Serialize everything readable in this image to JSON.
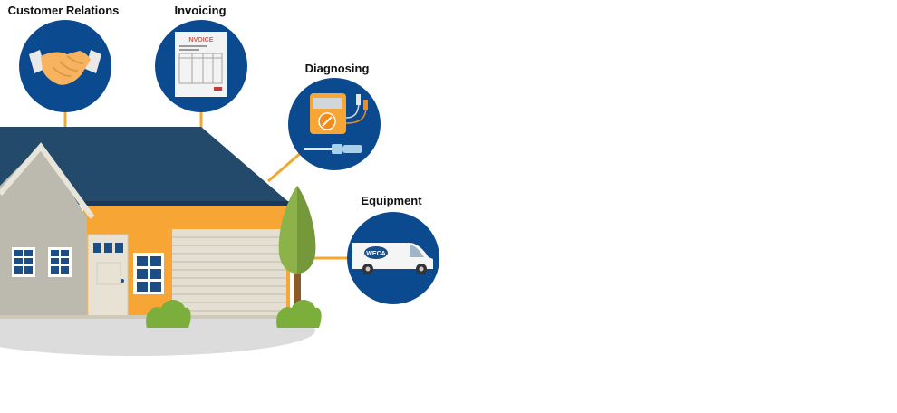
{
  "labels": {
    "customer_relations": "Customer Relations",
    "invoicing": "Invoicing",
    "diagnosing": "Diagnosing",
    "equipment": "Equipment"
  },
  "invoice_header": "INVOICE",
  "van_logo": "WECA",
  "colors": {
    "circle_blue": "#0b4a8f",
    "roof": "#23496b",
    "house_orange": "#f7a535",
    "house_gray": "#b9b6ab",
    "connector": "#f0a830",
    "ground": "#dcdcdc",
    "bush": "#7cae3c",
    "tree": "#8cb24a"
  },
  "icons": {
    "customer_relations": "handshake-icon",
    "invoicing": "invoice-document-icon",
    "diagnosing": "multimeter-screwdriver-icon",
    "equipment": "service-van-icon"
  }
}
